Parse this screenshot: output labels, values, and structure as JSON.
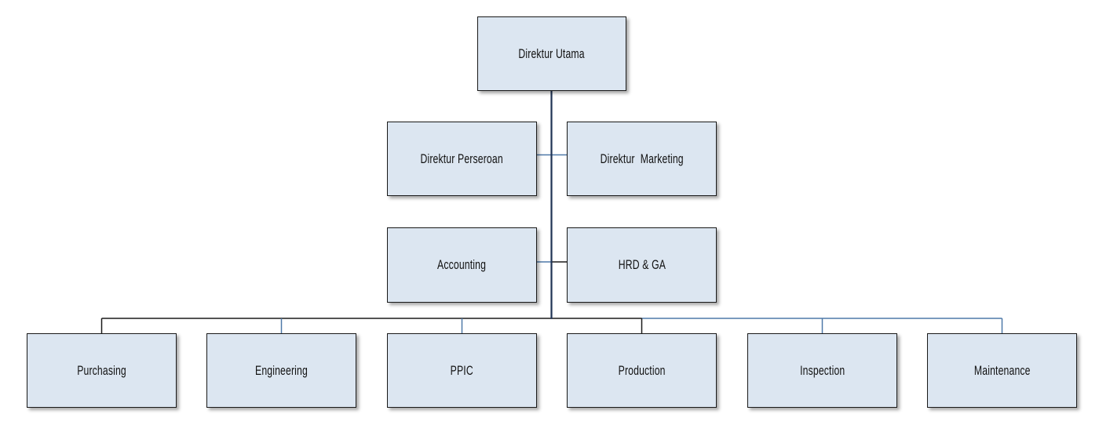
{
  "diagram": {
    "type": "organization-chart",
    "colors": {
      "box_fill": "#dce6f1",
      "box_border": "#1a1a1a",
      "trunk_line": "#1f3354",
      "blue_connector": "#4f79a8",
      "dark_connector": "#1a1a1a",
      "text": "#111111"
    },
    "root": {
      "id": "direktur-utama",
      "label": "Direktur Utama"
    },
    "level2": [
      {
        "id": "direktur-perseroan",
        "label": "Direktur Perseroan",
        "side": "left",
        "connector": "blue"
      },
      {
        "id": "direktur-marketing",
        "label": "Direktur  Marketing",
        "side": "right",
        "connector": "blue"
      }
    ],
    "level3": [
      {
        "id": "accounting",
        "label": "Accounting",
        "side": "left",
        "connector": "blue"
      },
      {
        "id": "hrd-ga",
        "label": "HRD & GA",
        "side": "right",
        "connector": "dark"
      }
    ],
    "departments": [
      {
        "id": "purchasing",
        "label": "Purchasing",
        "connector": "dark"
      },
      {
        "id": "engineering",
        "label": "Engineering",
        "connector": "blue"
      },
      {
        "id": "ppic",
        "label": "PPIC",
        "connector": "blue"
      },
      {
        "id": "production",
        "label": "Production",
        "connector": "dark"
      },
      {
        "id": "inspection",
        "label": "Inspection",
        "connector": "blue"
      },
      {
        "id": "maintenance",
        "label": "Maintenance",
        "connector": "blue"
      }
    ]
  }
}
